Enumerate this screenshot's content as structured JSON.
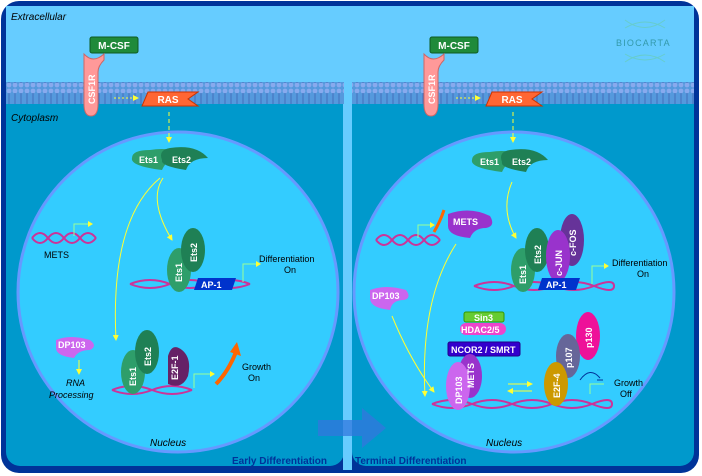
{
  "regions": {
    "extracellular": "Extracellular",
    "cytoplasm": "Cytoplasm",
    "nucleus": "Nucleus"
  },
  "logo": "BIOCARTA",
  "panels": [
    {
      "caption": "Early Differentiation",
      "ligand": "M-CSF",
      "receptor": "CSF1R",
      "ras": "RAS",
      "ets_pair": [
        "Ets1",
        "Ets2"
      ],
      "ap1": "AP-1",
      "mets_gene": "METS",
      "diff_label": [
        "Differentiation",
        "On"
      ],
      "dp103": "DP103",
      "rna": [
        "RNA",
        "Processing"
      ],
      "e2f": "E2F-1",
      "growth_label": [
        "Growth",
        "On"
      ]
    },
    {
      "caption": "Terminal Differentiation",
      "ligand": "M-CSF",
      "receptor": "CSF1R",
      "ras": "RAS",
      "ets_pair": [
        "Ets1",
        "Ets2"
      ],
      "cjun": "c-JUN",
      "cfos": "c-FOS",
      "ap1": "AP-1",
      "mets": "METS",
      "diff_label": [
        "Differentiation",
        "On"
      ],
      "dp103": "DP103",
      "sin3": "Sin3",
      "hdac": "HDAC2/5",
      "ncor": "NCOR2 / SMRT",
      "e2f": "E2F-4",
      "p107": "p107",
      "p130": "p130",
      "growth_label": [
        "Growth",
        "Off"
      ]
    }
  ],
  "colors": {
    "extracellular": "#66ccff",
    "cytoplasm": "#0099cc",
    "nucleus": "#33ccff",
    "border": "#003399",
    "ets": "#2e9e6a",
    "mets": "#9933cc",
    "purple_dark": "#662266",
    "ras": "#ff6633",
    "receptor": "#ff9999",
    "mcsf": "#1f8a3a",
    "ap1": "#0033cc",
    "arrow": "#ffff33",
    "dna": "#cc3399",
    "caption": "#003399"
  }
}
